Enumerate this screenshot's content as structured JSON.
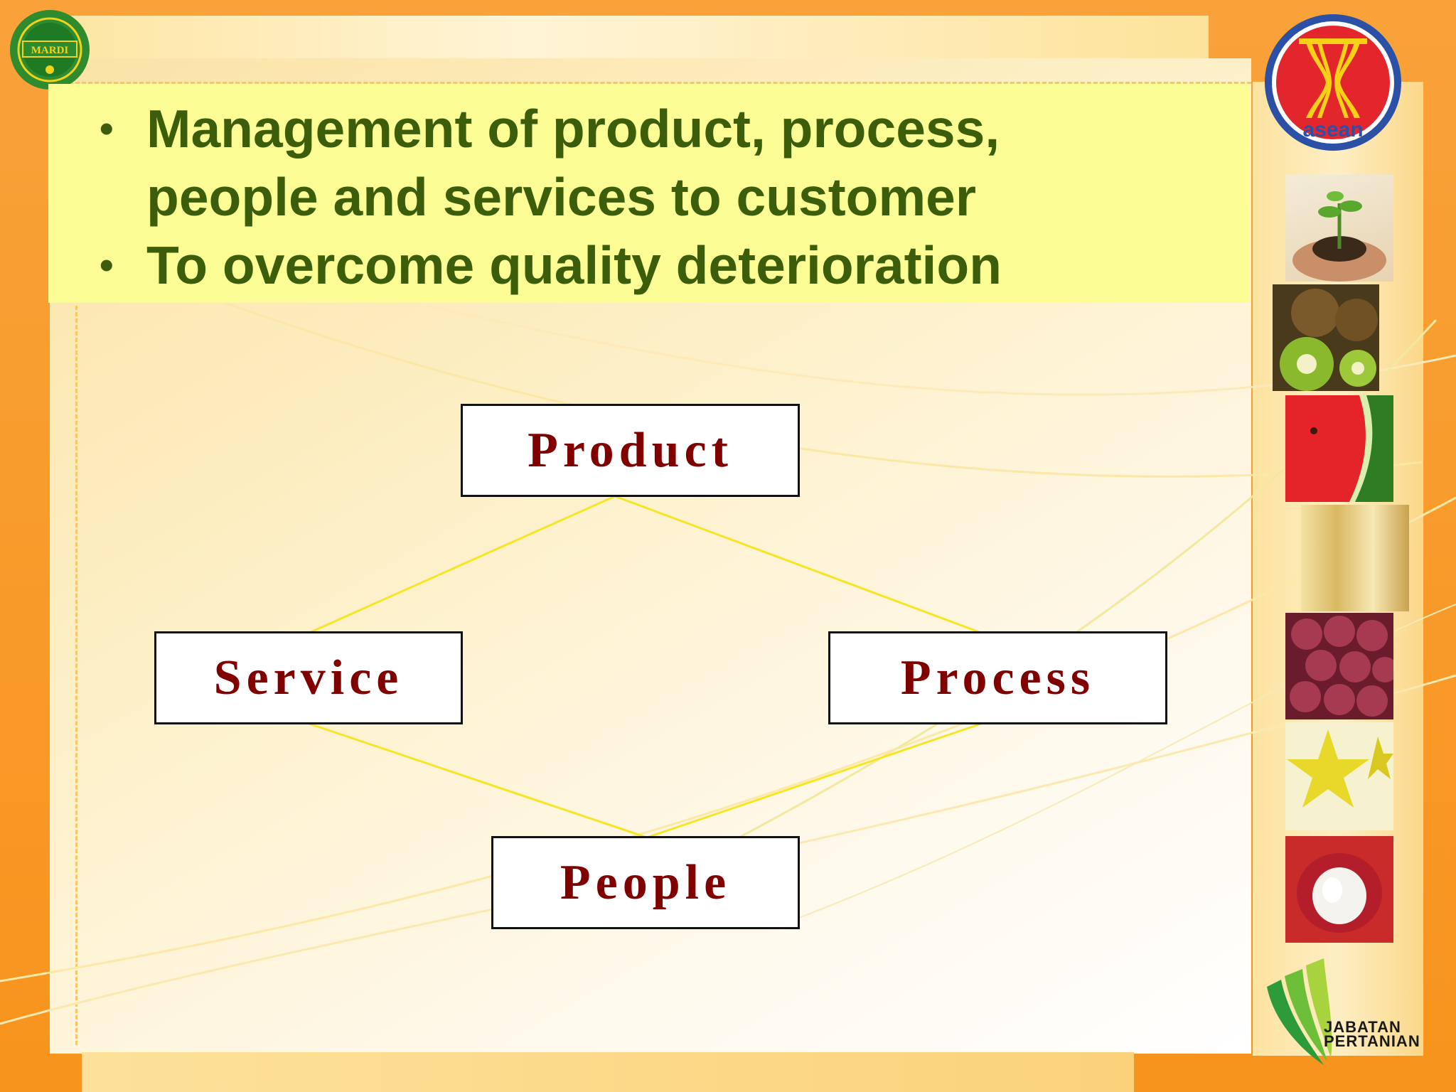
{
  "bullets": [
    "Management of product, process,",
    "people and services to customer",
    "To overcome quality deterioration"
  ],
  "bullet_symbol": "•",
  "diagram": {
    "nodes": {
      "product": "Product",
      "service": "Service",
      "process": "Process",
      "people": "People"
    },
    "edges": [
      [
        "product",
        "service"
      ],
      [
        "product",
        "process"
      ],
      [
        "service",
        "people"
      ],
      [
        "process",
        "people"
      ]
    ]
  },
  "logos": {
    "mardi": "MARDI",
    "asean": "asean",
    "jabatan_line1": "JABATAN",
    "jabatan_line2": "PERTANIAN"
  },
  "photos": [
    "seedling-in-hands",
    "kiwi-fruit",
    "watermelon",
    "lemongrass",
    "grapes",
    "starfruit",
    "rambutan"
  ],
  "colors": {
    "bullet_text": "#3c5e0a",
    "bullet_background": "#fdfd96",
    "node_text": "#800000",
    "connector": "#f5e625",
    "frame": "#f7941d"
  }
}
